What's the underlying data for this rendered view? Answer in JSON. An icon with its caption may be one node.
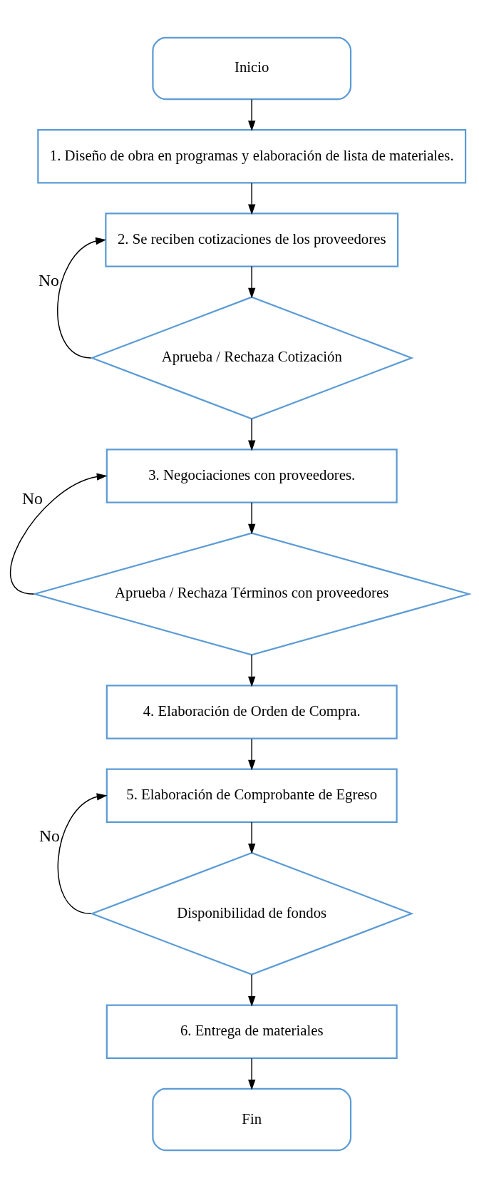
{
  "diagram": {
    "nodes": [
      {
        "text": [
          "Inicio"
        ]
      },
      {
        "text": [
          "1. Diseño de obra en programas y elaboración de lista de materiales."
        ]
      },
      {
        "text": [
          "2. Se reciben cotizaciones de los proveedores"
        ]
      },
      {
        "text": [
          "Aprueba / Rechaza Cotización"
        ]
      },
      {
        "text": [
          "3. Negociaciones con proveedores."
        ]
      },
      {
        "text": [
          "Aprueba / Rechaza Términos con proveedores"
        ]
      },
      {
        "text": [
          "4. Elaboración de Orden de Compra."
        ]
      },
      {
        "text": [
          "5. Elaboración de Comprobante de Egreso"
        ]
      },
      {
        "text": [
          "Disponibilidad de fondos"
        ]
      },
      {
        "text": [
          "6. Entrega de materiales"
        ]
      },
      {
        "text": [
          "Fin"
        ]
      }
    ],
    "edges": [
      {
        "from": 0,
        "to": 1,
        "arrow": "to"
      },
      {
        "from": 1,
        "to": 2,
        "arrow": "to"
      },
      {
        "from": 2,
        "to": 3,
        "arrow": "to"
      },
      {
        "from": 3,
        "to": 2,
        "arrow": "to",
        "label": "No"
      },
      {
        "from": 3,
        "to": 4,
        "arrow": "to"
      },
      {
        "from": 4,
        "to": 5,
        "arrow": "to"
      },
      {
        "from": 5,
        "to": 4,
        "arrow": "to",
        "label": "No"
      },
      {
        "from": 5,
        "to": 6,
        "arrow": "to"
      },
      {
        "from": 6,
        "to": 7,
        "arrow": "to"
      },
      {
        "from": 7,
        "to": 8,
        "arrow": "to"
      },
      {
        "from": 8,
        "to": 7,
        "arrow": "to",
        "label": "No"
      },
      {
        "from": 8,
        "to": 9,
        "arrow": "to"
      },
      {
        "from": 9,
        "to": 10,
        "arrow": "to"
      }
    ]
  }
}
